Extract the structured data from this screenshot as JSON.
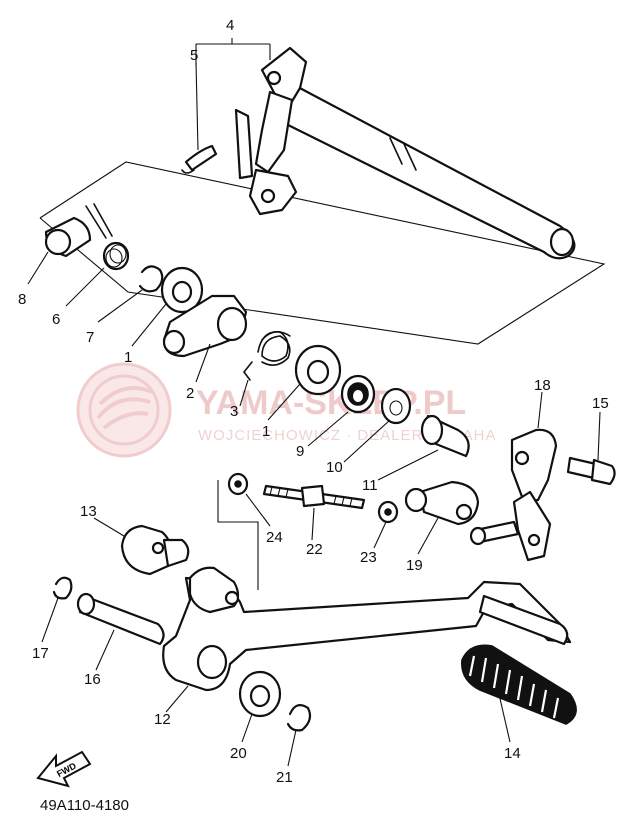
{
  "diagram_code": "49A110-4180",
  "watermark": {
    "title": "YAMA-SKLEP.PL",
    "subtitle": "WOJCIECHOWICZ · DEALER YAMAHA"
  },
  "direction_label": "FWD",
  "callouts": {
    "c1a": "1",
    "c1b": "1",
    "c2": "2",
    "c3": "3",
    "c4": "4",
    "c5": "5",
    "c6": "6",
    "c7": "7",
    "c8": "8",
    "c9": "9",
    "c10": "10",
    "c11": "11",
    "c12": "12",
    "c13": "13",
    "c14": "14",
    "c15": "15",
    "c16": "16",
    "c17": "17",
    "c18": "18",
    "c19": "19",
    "c20": "20",
    "c21": "21",
    "c22": "22",
    "c23": "23",
    "c24": "24"
  }
}
